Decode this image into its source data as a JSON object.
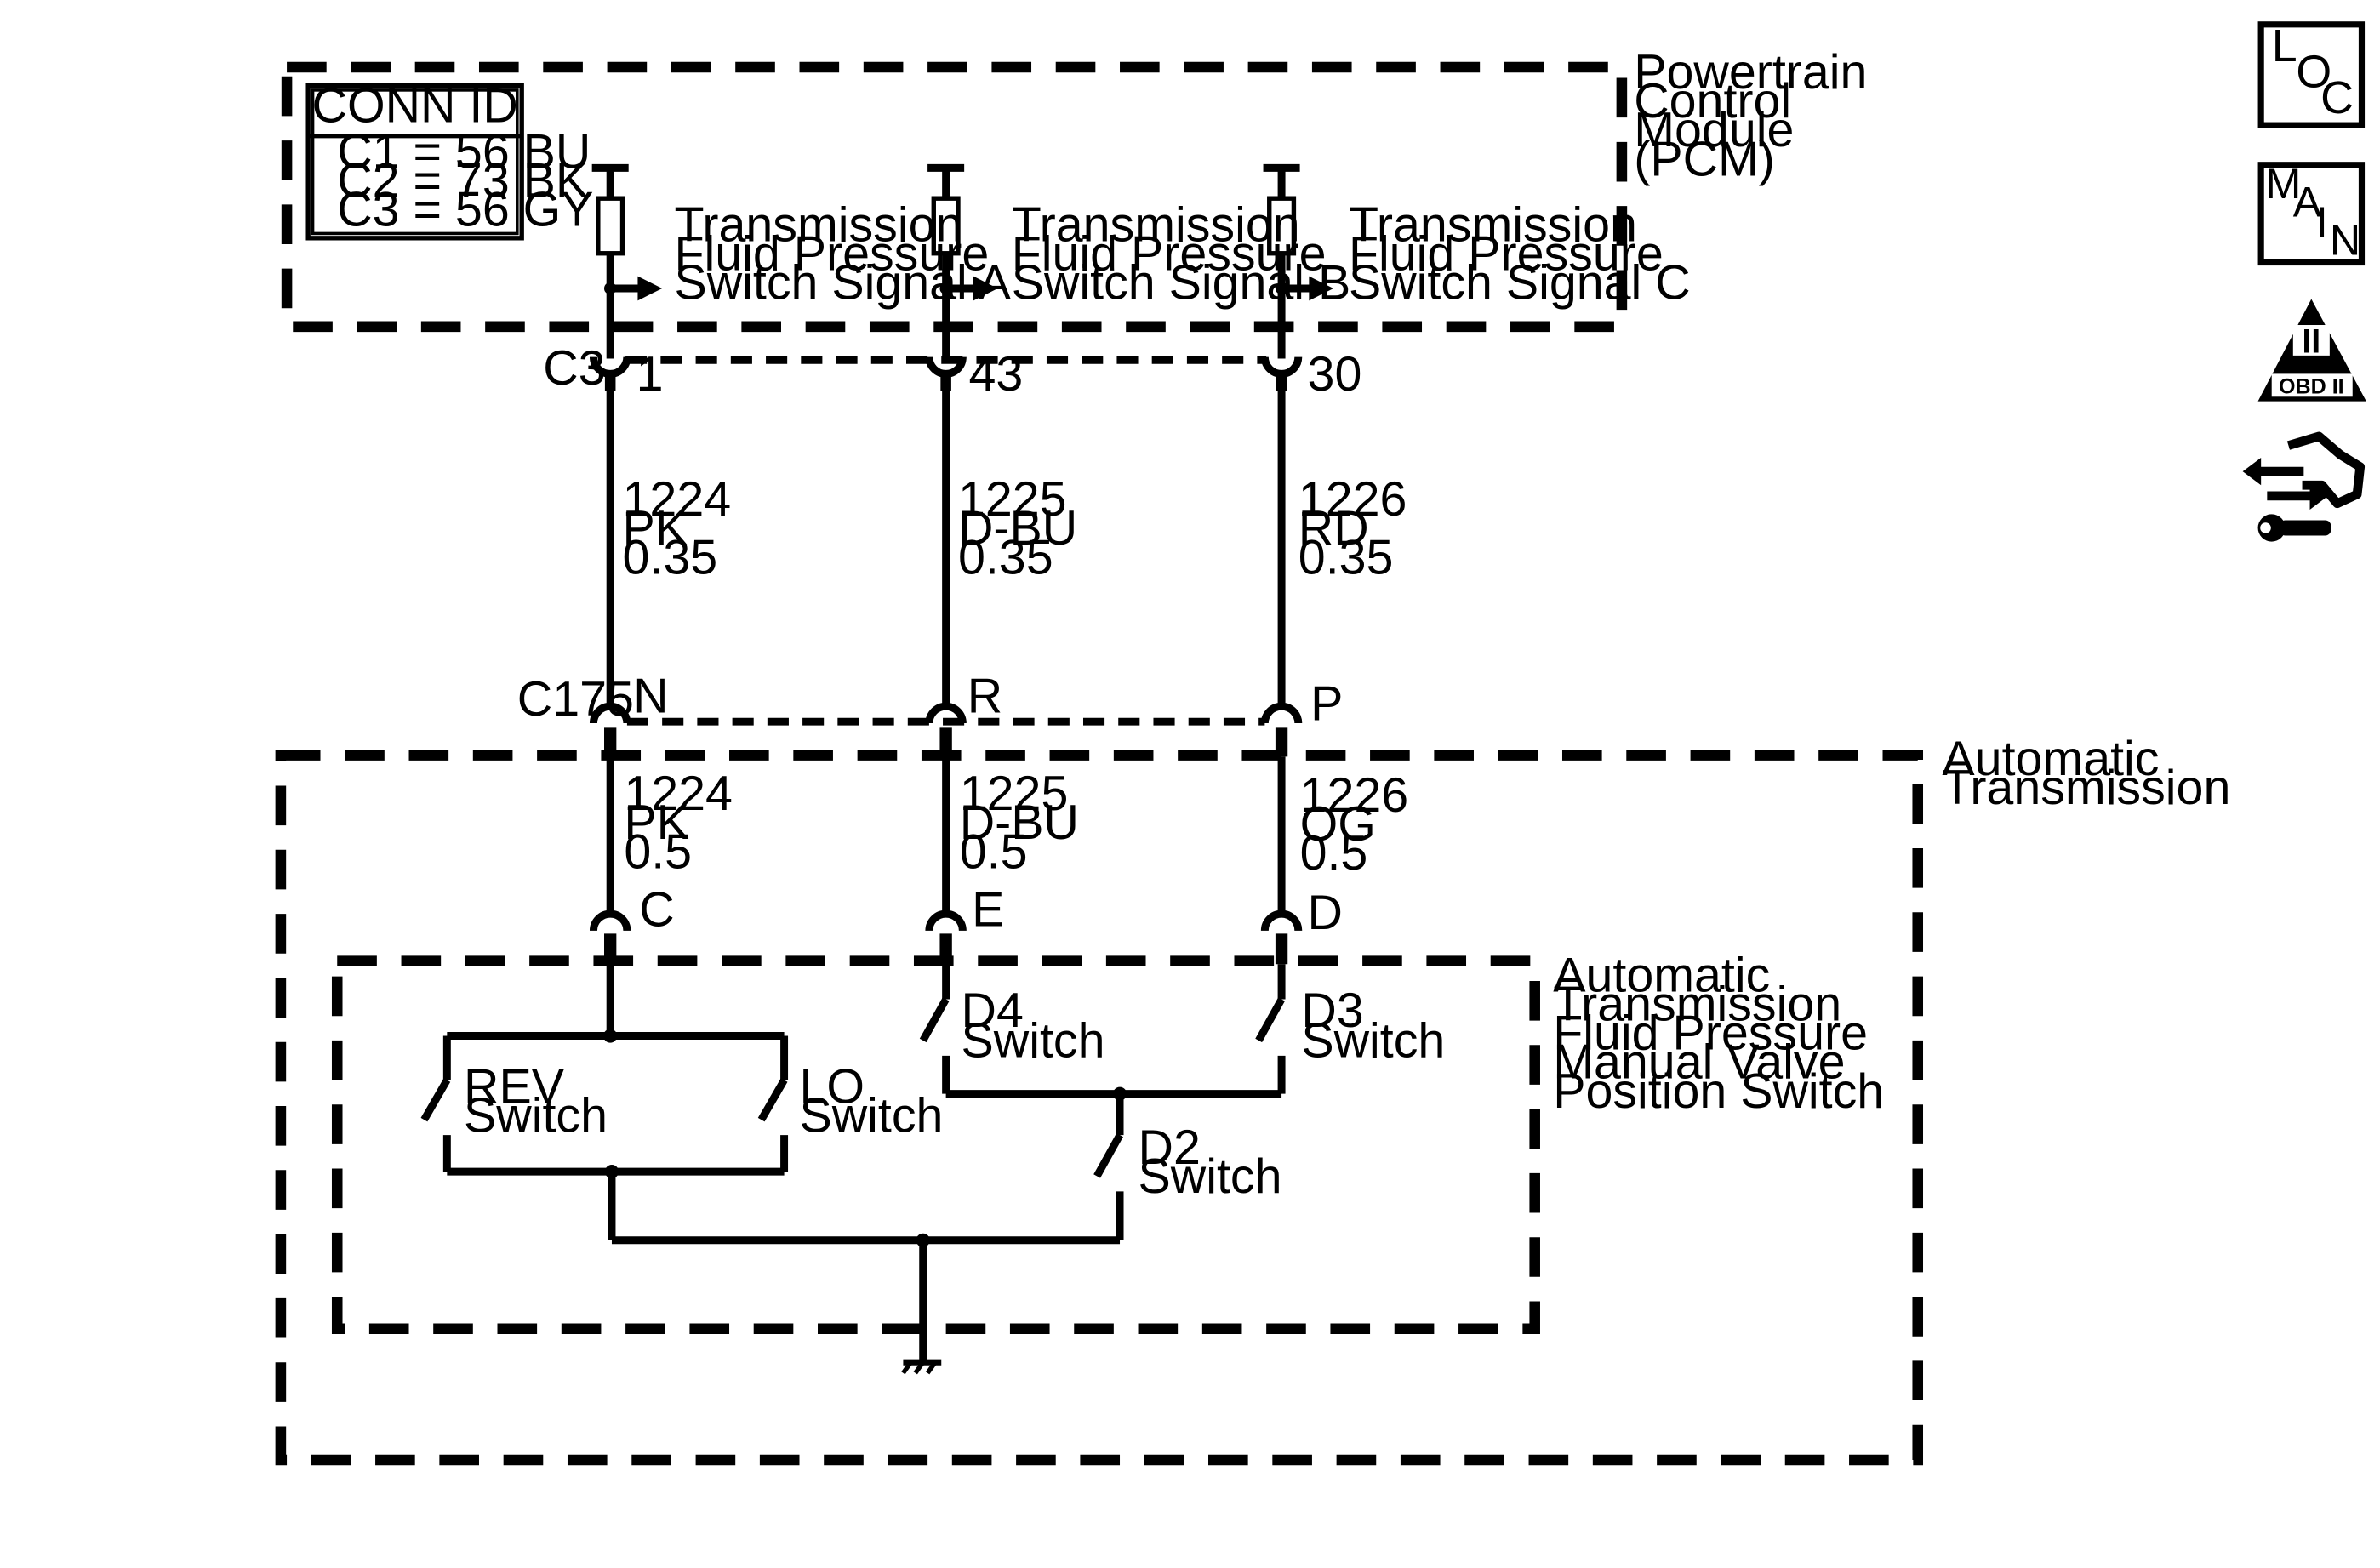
{
  "conn_id": {
    "title": "CONN ID",
    "rows": [
      "C1 = 56 BU",
      "C2 = 73 BK",
      "C3 = 56 GY"
    ]
  },
  "pcm": {
    "label": [
      "Powertrain",
      "Control",
      "Module",
      "(PCM)"
    ],
    "signals": [
      [
        "Transmission",
        "Fluid Pressure",
        "Switch Signal A"
      ],
      [
        "Transmission",
        "Fluid Pressure",
        "Switch Signal B"
      ],
      [
        "Transmission",
        "Fluid Pressure",
        "Switch Signal C"
      ]
    ]
  },
  "c3": {
    "name": "C3",
    "pins": [
      "1",
      "43",
      "30"
    ]
  },
  "upper_wires": [
    [
      "1224",
      "PK",
      "0.35"
    ],
    [
      "1225",
      "D-BU",
      "0.35"
    ],
    [
      "1226",
      "RD",
      "0.35"
    ]
  ],
  "c175": {
    "name": "C175",
    "pins": [
      "N",
      "R",
      "P"
    ]
  },
  "transmission": {
    "label": [
      "Automatic",
      "Transmission"
    ]
  },
  "lower_wires": [
    [
      "1224",
      "PK",
      "0.5"
    ],
    [
      "1225",
      "D-BU",
      "0.5"
    ],
    [
      "1226",
      "OG",
      "0.5"
    ]
  ],
  "switch_connector": {
    "pins": [
      "C",
      "E",
      "D"
    ]
  },
  "position_switch": {
    "label": [
      "Automatic",
      "Transmission",
      "Fluid Pressure",
      "Manual Valve",
      "Position Switch"
    ],
    "switches": {
      "rev": [
        "REV",
        "Switch"
      ],
      "lo": [
        "LO",
        "Switch"
      ],
      "d4": [
        "D4",
        "Switch"
      ],
      "d3": [
        "D3",
        "Switch"
      ],
      "d2": [
        "D2",
        "Switch"
      ]
    }
  },
  "nav_icons": {
    "loc": [
      "L",
      "O",
      "C"
    ],
    "main": [
      "M",
      "A",
      "I",
      "N"
    ],
    "obd": [
      "II",
      "OBD II"
    ],
    "diag": "diagnostic-tool"
  }
}
